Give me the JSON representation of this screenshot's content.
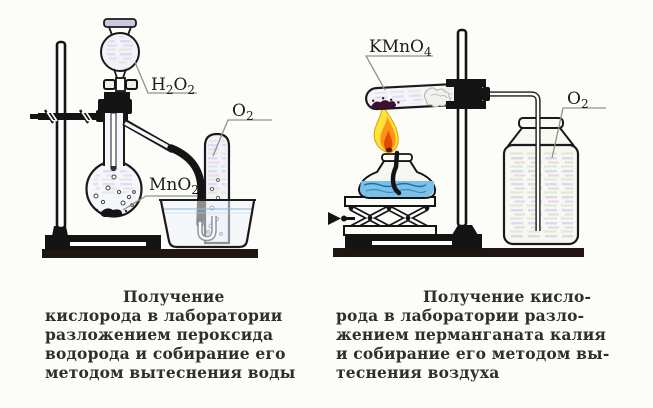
{
  "figure": {
    "description_left": "oxygen from hydrogen peroxide, collection over water",
    "description_right": "oxygen from potassium permanganate, collection by air displacement"
  },
  "labels": {
    "h2o2": [
      "H",
      "2",
      "O",
      "2"
    ],
    "mno2": [
      "MnO",
      "2"
    ],
    "o2_left": [
      "O",
      "2"
    ],
    "kmno4": [
      "KMnO",
      "4"
    ],
    "o2_right": [
      "O",
      "2"
    ]
  },
  "captions": {
    "left": {
      "lines": [
        "Получение",
        "кислорода в лаборатории",
        "разложением пероксида",
        "водорода и собирание его",
        "методом вытеснения воды"
      ]
    },
    "right": {
      "lines": [
        "Получение кисло-",
        "рода в лаборатории разло-",
        "жением перманганата калия",
        "и собирание его методом вы-",
        "теснения воздуха"
      ]
    }
  },
  "colors": {
    "line": "#1a1a1a",
    "metal_black": "#141414",
    "ground": "#201510",
    "glass_tint": "#f2f2fb",
    "water_blue": "#7cc0e8",
    "water_line_blue": "#1d6fae",
    "flame_outer": "#ffe23a",
    "flame_inner": "#ff9517",
    "flame_core": "#e04b00",
    "flame_base": "#5a1c00",
    "kmno4_crystals": "#3c0f2e",
    "leader_line": "#8f9684"
  }
}
